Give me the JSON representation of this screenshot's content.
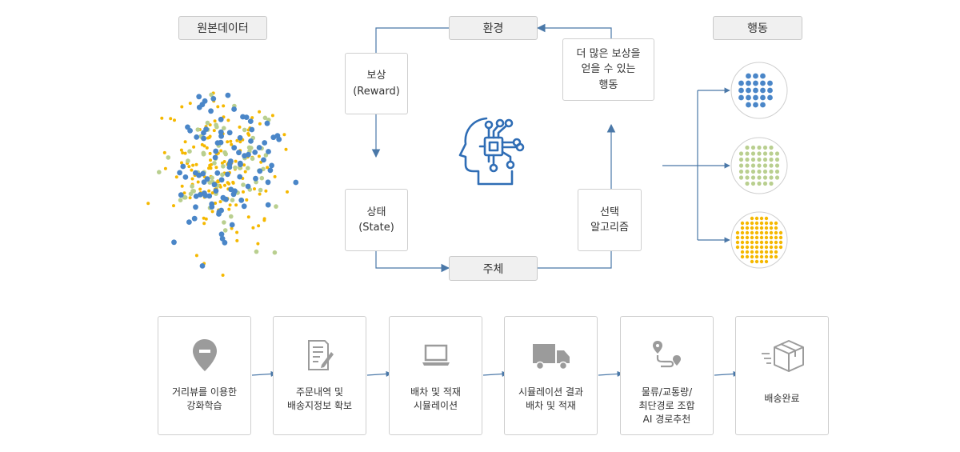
{
  "headers": {
    "raw_data": "원본데이터",
    "environment": "환경",
    "action": "행동",
    "agent": "주체"
  },
  "loop": {
    "reward": "보상\n(Reward)",
    "state": "상태\n(State)",
    "more_reward": "더 많은 보상을\n얻을 수 있는\n행동",
    "algorithm": "선택\n알고리즘"
  },
  "process": [
    {
      "label": "거리뷰를 이용한\n강화학습",
      "icon": "map-pin-icon"
    },
    {
      "label": "주문내역 및\n배송지정보 확보",
      "icon": "document-pen-icon"
    },
    {
      "label": "배차 및 적재\n시뮬레이션",
      "icon": "laptop-icon"
    },
    {
      "label": "시뮬레이션 결과\n배차 및 적재",
      "icon": "truck-icon"
    },
    {
      "label": "물류/교통량/\n최단경로 조합\nAI 경로추천",
      "icon": "route-icon"
    },
    {
      "label": "배송완료",
      "icon": "package-icon"
    }
  ],
  "colors": {
    "blue": "#4a86c8",
    "green": "#b9cf8f",
    "yellow": "#f5b800",
    "arrow": "#4a78a8",
    "icon_gray": "#9b9b9b"
  }
}
